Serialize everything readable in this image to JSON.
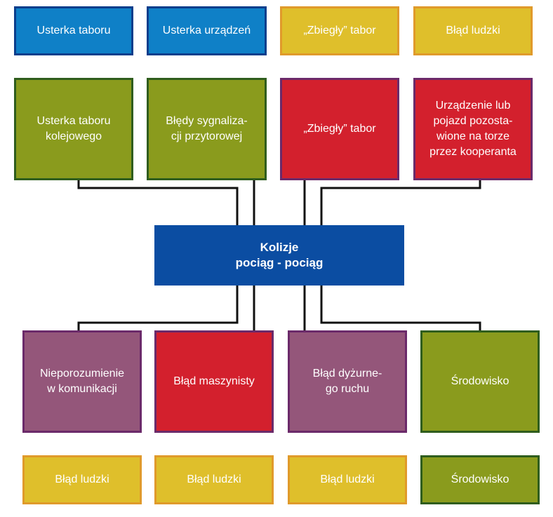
{
  "top_row": [
    {
      "id": "t1",
      "label": "Usterka taboru",
      "color": "blue"
    },
    {
      "id": "t2",
      "label": "Usterka urządzeń",
      "color": "blue"
    },
    {
      "id": "t3",
      "label": "„Zbiegły” tabor",
      "color": "yellow"
    },
    {
      "id": "t4",
      "label": "Błąd ludzki",
      "color": "yellow"
    }
  ],
  "upper_causes": [
    {
      "id": "u1",
      "label": "Usterka taboru\nkolejowego",
      "color": "olive"
    },
    {
      "id": "u2",
      "label": "Błędy sygnaliza-\ncji przytorowej",
      "color": "olive"
    },
    {
      "id": "u3",
      "label": "„Zbiegły” tabor",
      "color": "red"
    },
    {
      "id": "u4",
      "label": "Urządzenie lub\npojazd pozosta-\nwione na torze\nprzez kooperanta",
      "color": "red"
    }
  ],
  "center": {
    "label": "Kolizje\npociąg - pociąg",
    "color": "#0b4da2"
  },
  "lower_causes": [
    {
      "id": "l1",
      "label": "Nieporozumienie\nw komunikacji",
      "color": "mauve"
    },
    {
      "id": "l2",
      "label": "Błąd maszynisty",
      "color": "red"
    },
    {
      "id": "l3",
      "label": "Błąd dyżurne-\ngo ruchu",
      "color": "mauve"
    },
    {
      "id": "l4",
      "label": "Środowisko",
      "color": "olive"
    }
  ],
  "bottom_row": [
    {
      "id": "b1",
      "label": "Błąd ludzki",
      "color": "yellow"
    },
    {
      "id": "b2",
      "label": "Błąd ludzki",
      "color": "yellow"
    },
    {
      "id": "b3",
      "label": "Błąd ludzki",
      "color": "yellow"
    },
    {
      "id": "b4",
      "label": "Środowisko",
      "color": "olive"
    }
  ]
}
